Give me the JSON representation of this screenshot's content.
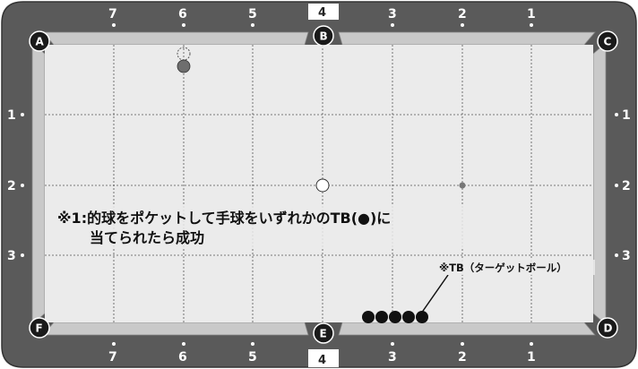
{
  "rail_numbers": {
    "top_left": [
      "7",
      "6",
      "5"
    ],
    "top_right": [
      "3",
      "2",
      "1"
    ],
    "top_center": "4",
    "bottom_left": [
      "7",
      "6",
      "5"
    ],
    "bottom_right": [
      "3",
      "2",
      "1"
    ],
    "bottom_center": "4",
    "left": [
      "1",
      "2",
      "3"
    ],
    "right": [
      "1",
      "2",
      "3"
    ]
  },
  "pockets": {
    "top_left": "A",
    "top_center": "B",
    "top_right": "C",
    "bottom_right": "D",
    "bottom_center": "E",
    "bottom_left": "F"
  },
  "note": {
    "line1": "※1:的球をポケットして手球をいずれかのTB(●)に",
    "line2": "当てられたら成功"
  },
  "target_ball_label": "※TB（ターゲットボール）",
  "target_ball_count": 5,
  "colors": {
    "rail_dark": "#5a5a5a",
    "cushion": "#c9c9c9",
    "felt": "#ebebeb",
    "pocket": "#1a1a1a",
    "object_ball": "#6e6e6e",
    "cue_ball": "#ffffff",
    "target_ball": "#111111"
  }
}
